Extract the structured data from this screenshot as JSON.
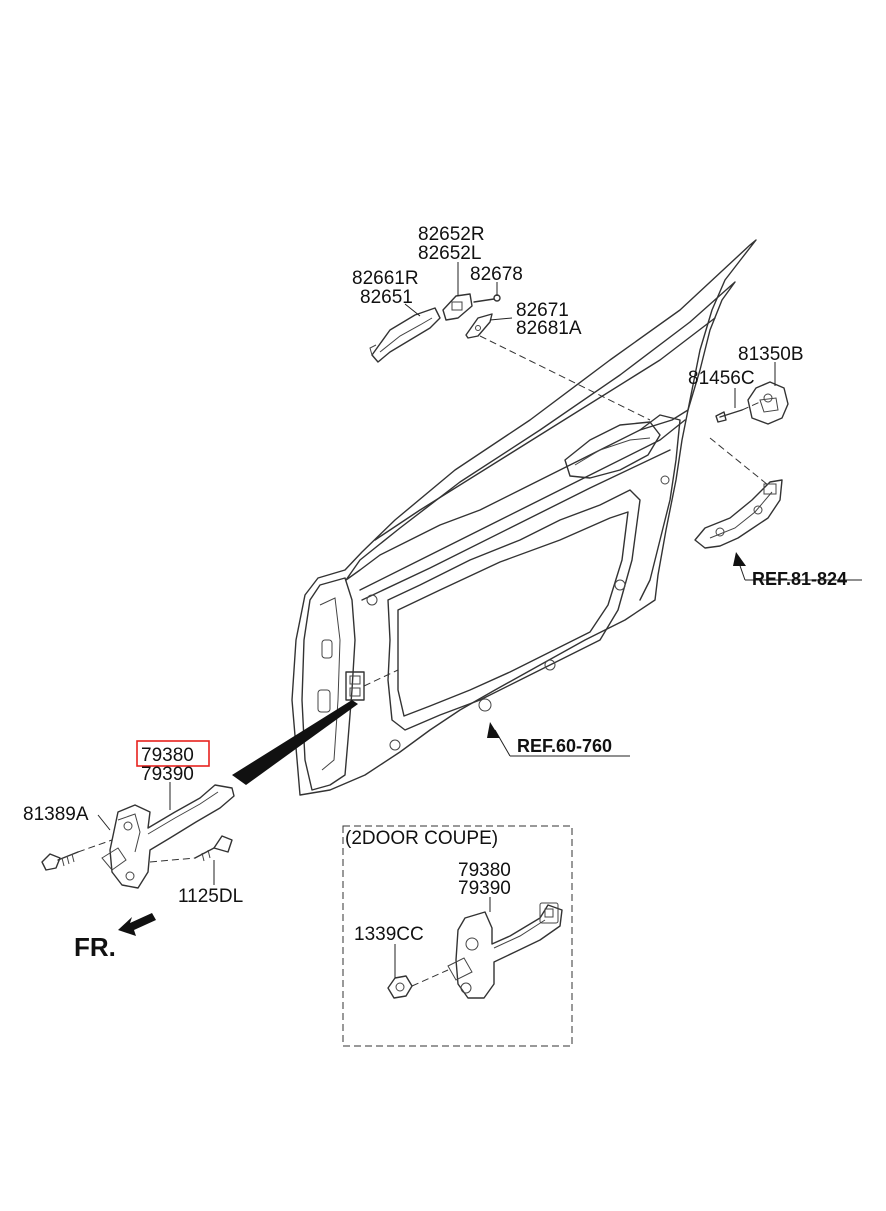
{
  "labels": {
    "p82652R": "82652R",
    "p82652L": "82652L",
    "p82678": "82678",
    "p82661R": "82661R",
    "p82651": "82651",
    "p82671": "82671",
    "p82681A": "82681A",
    "p81350B": "81350B",
    "p81456C": "81456C",
    "ref81824": "REF.81-824",
    "ref60760": "REF.60-760",
    "p79380": "79380",
    "p79390": "79390",
    "p81389A": "81389A",
    "p1125DL": "1125DL",
    "fr": "FR.",
    "coupe_title": "(2DOOR COUPE)",
    "coupe_79380": "79380",
    "coupe_79390": "79390",
    "coupe_1339CC": "1339CC"
  },
  "highlight": {
    "color": "#e8221e",
    "part": "79380"
  }
}
